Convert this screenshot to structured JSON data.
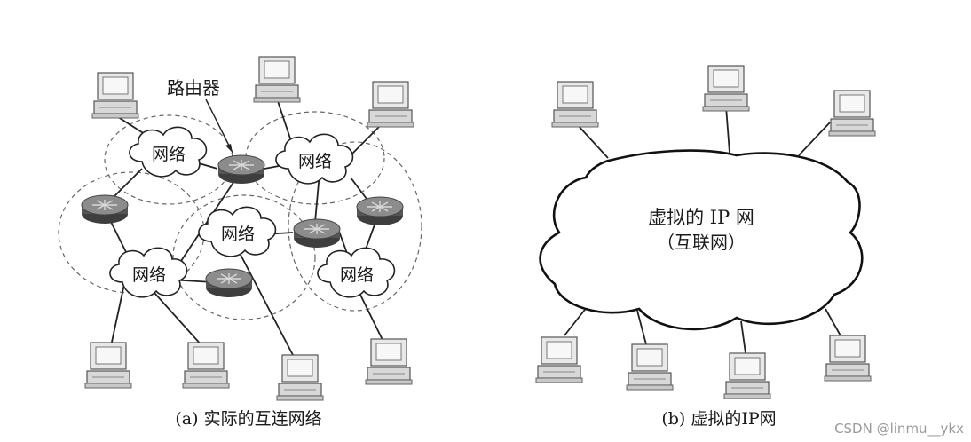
{
  "diagram_a": {
    "router_label": "路由器",
    "network_label": "网络",
    "caption": "(a) 实际的互连网络"
  },
  "diagram_b": {
    "cloud_line1": "虚拟的 IP 网",
    "cloud_line2": "（互联网）",
    "caption": "(b) 虚拟的IP网"
  },
  "watermark": "CSDN @linmu__ykx"
}
